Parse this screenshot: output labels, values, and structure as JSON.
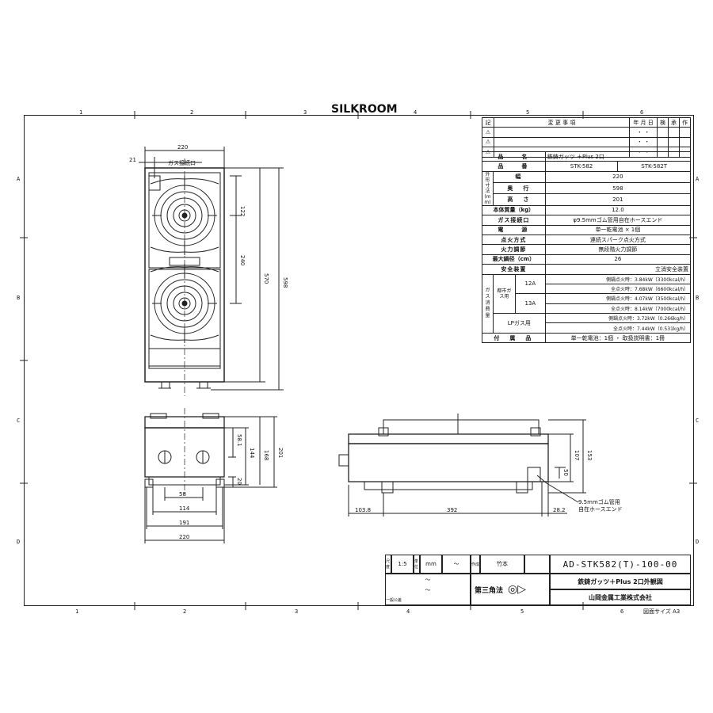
{
  "brand": "SILKROOM",
  "zone_numbers_top": [
    "1",
    "2",
    "3",
    "4",
    "5",
    "6"
  ],
  "zone_numbers_bottom": [
    "1",
    "2",
    "3",
    "4",
    "5",
    "6"
  ],
  "zone_letters_left": [
    "A",
    "B",
    "C",
    "D"
  ],
  "zone_letters_right": [
    "A",
    "B",
    "C",
    "D"
  ],
  "revision": {
    "header_change": "変 更 事 項",
    "header_date": "年 月 日",
    "header_checked": "承",
    "header_approved": "検",
    "header_drawn": "作",
    "marks": [
      "⚠",
      "⚠",
      "⚠"
    ],
    "dots": [
      "・ ・",
      "・ ・",
      "・ ・"
    ]
  },
  "spec": {
    "product_name_label": "品　　名",
    "product_name": "鉄鋳ガッツ ＋Plus 2口",
    "model_label": "品　　番",
    "model_1": "STK-582",
    "model_2": "STK-582T",
    "dims_group_label": "外形寸法(mm)",
    "width_label": "幅",
    "width": "220",
    "depth_label": "奥　行",
    "depth": "598",
    "height_label": "高　さ",
    "height": "201",
    "weight_label": "本体質量（kg）",
    "weight": "12.0",
    "gas_conn_label": "ガス接続口",
    "gas_conn": "φ9.5mmゴム管用自在ホースエンド",
    "power_label": "電　　源",
    "power": "単一乾電池 × 1個",
    "ignition_label": "点火方式",
    "ignition": "連続スパーク点火方式",
    "flame_label": "火力調節",
    "flame": "無段階火力調節",
    "trivet_label": "最大鍋径（cm）",
    "trivet": "26",
    "safety_label": "安全装置",
    "safety": "立消安全装置",
    "consumption_label": "ガス消費量",
    "city_gas_label": "都市ガス用",
    "lp_gas_label": "LPガス用",
    "gas_12a": "12A",
    "gas_13a": "13A",
    "c12a_1": "側鍋点火時：3.84kW（3300kcal/h）",
    "c12a_2": "全点火時：7.68kW（6600kcal/h）",
    "c13a_1": "側鍋点火時：4.07kW（3500kcal/h）",
    "c13a_2": "全点火時：8.14kW（7000kcal/h）",
    "clp_1": "側鍋点火時：3.72kW（0.266kg/h）",
    "clp_2": "全点火時：7.44kW（0.531kg/h）",
    "accessories_label": "付　属　品",
    "accessories": "単一乾電池：1個 ・ 取扱説明書：1冊"
  },
  "top_view": {
    "dim_width": "220",
    "dim_21": "21",
    "gas_inlet": "ガス接続口",
    "dim_122": "122",
    "dim_240": "240",
    "dim_570": "570",
    "dim_598": "598"
  },
  "front_view": {
    "dim_58_1": "58.1",
    "dim_144": "144",
    "dim_168": "168",
    "dim_201": "201",
    "dim_20": "20",
    "dim_58": "58",
    "dim_114": "114",
    "dim_191": "191",
    "dim_220": "220"
  },
  "side_view": {
    "dim_103_8": "103.8",
    "dim_392": "392",
    "dim_28_2": "28.2",
    "dim_107": "107",
    "dim_153": "153",
    "dim_50": "50",
    "hose_note_1": "9.5mmゴム管用",
    "hose_note_2": "自在ホースエンド"
  },
  "title_block": {
    "scale_label": "尺度",
    "scale": "1:5",
    "unit_label": "単位",
    "unit": "mm",
    "tilde": "～",
    "drawn_label": "作成",
    "drawn": "竹本",
    "projection": "第三角法",
    "drawing_no": "AD-STK582(T)-100-00",
    "drawing_title": "鉄鋳ガッツ＋Plus 2口外観図",
    "company": "山岡金属工業株式会社",
    "general_tol": "一般公差",
    "sheet_size": "図面サイズ A3"
  }
}
